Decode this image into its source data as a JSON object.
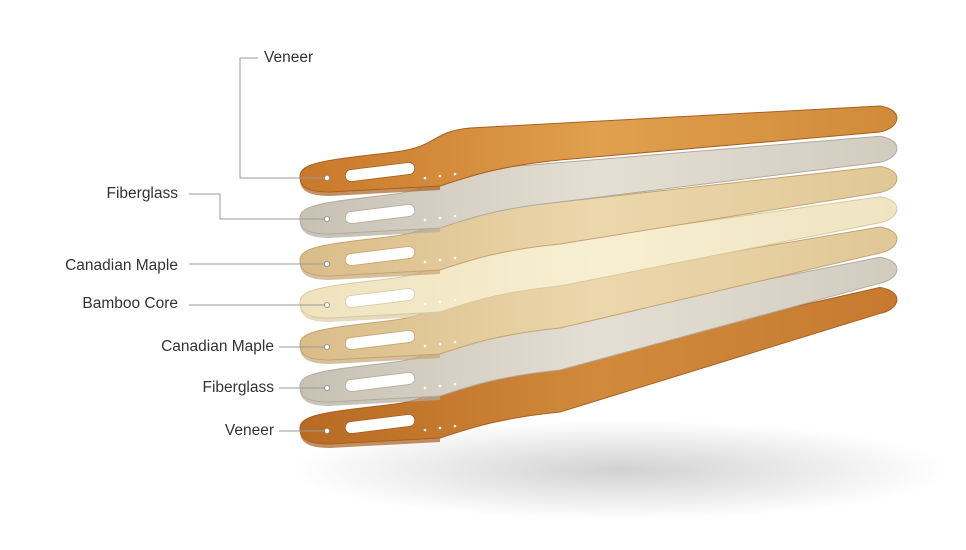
{
  "diagram": {
    "layers": [
      {
        "label": "Veneer",
        "material": "wood",
        "color": "#d4933f"
      },
      {
        "label": "Fiberglass",
        "material": "fiberglass",
        "color": "#cfc9bc"
      },
      {
        "label": "Canadian Maple",
        "material": "maple",
        "color": "#e2c99a"
      },
      {
        "label": "Bamboo Core",
        "material": "bamboo",
        "color": "#f0e6c4"
      },
      {
        "label": "Canadian Maple",
        "material": "maple",
        "color": "#e6d3a8"
      },
      {
        "label": "Fiberglass",
        "material": "fiberglass",
        "color": "#d9d4c8"
      },
      {
        "label": "Veneer",
        "material": "wood",
        "color": "#c97a2c"
      }
    ]
  }
}
